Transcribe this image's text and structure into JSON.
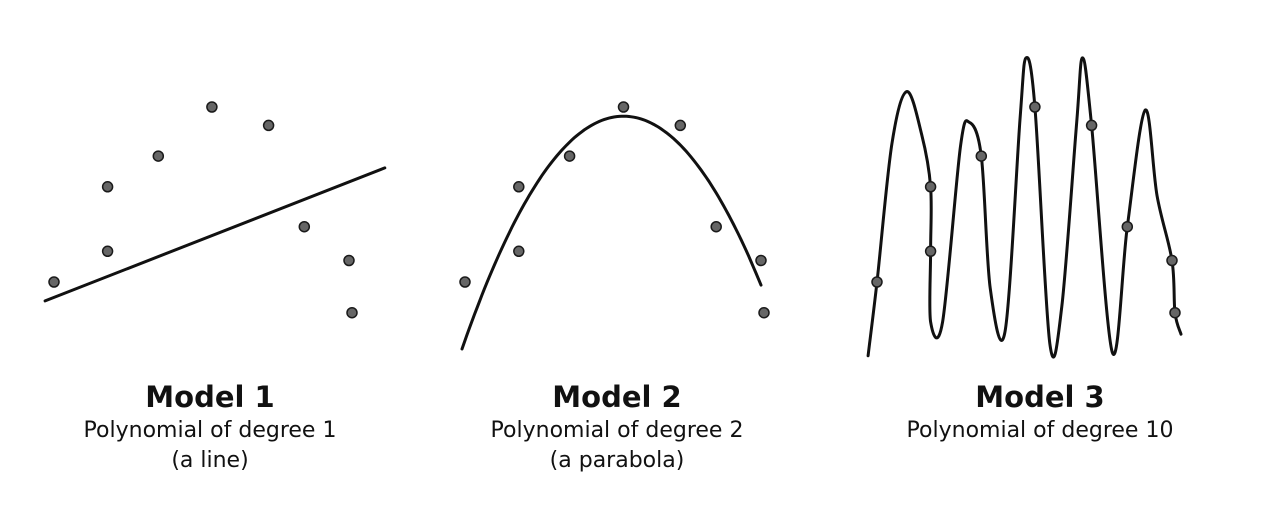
{
  "colors": {
    "line": "#111111",
    "point_fill": "#666666",
    "point_stroke": "#1a1a1a",
    "background": "#ffffff"
  },
  "models": [
    {
      "title": "Model 1",
      "subtitle": "Polynomial of degree 1",
      "note": "(a line)"
    },
    {
      "title": "Model 2",
      "subtitle": "Polynomial of degree 2",
      "note": "(a parabola)"
    },
    {
      "title": "Model 3",
      "subtitle": "Polynomial of degree 10",
      "note": ""
    }
  ],
  "points": [
    {
      "x": 0.0,
      "y": 0.0
    },
    {
      "x": 0.18,
      "y": 0.1
    },
    {
      "x": 0.18,
      "y": 0.31
    },
    {
      "x": 0.35,
      "y": 0.41
    },
    {
      "x": 0.53,
      "y": 0.57
    },
    {
      "x": 0.72,
      "y": 0.51
    },
    {
      "x": 0.84,
      "y": 0.18
    },
    {
      "x": 0.99,
      "y": 0.07
    },
    {
      "x": 1.0,
      "y": -0.1
    }
  ],
  "models_curves": {
    "m1": {
      "type": "line",
      "y_at_x0": -0.05,
      "y_at_x1": 0.33
    },
    "m2": {
      "type": "parabola",
      "vertex_x": 0.53,
      "vertex_y": 0.54,
      "curvature": 2.6
    },
    "m3": {
      "type": "degree-10 interpolating curve"
    }
  }
}
